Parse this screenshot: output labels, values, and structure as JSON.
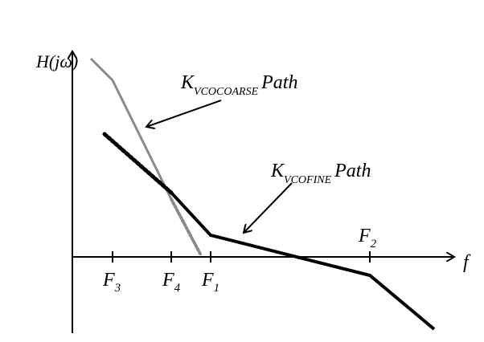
{
  "axes": {
    "y_label": "H(jω)",
    "x_label": "f"
  },
  "ticks": [
    {
      "main": "F",
      "sub": "3"
    },
    {
      "main": "F",
      "sub": "4"
    },
    {
      "main": "F",
      "sub": "1"
    },
    {
      "main": "F",
      "sub": "2"
    }
  ],
  "labels": {
    "coarse": {
      "main": "K",
      "sub": "VCOCOARSE",
      "suffix": "Path"
    },
    "fine": {
      "main": "K",
      "sub": "VCOFINE",
      "suffix": "Path"
    }
  },
  "colors": {
    "coarse": "#8a8a8a",
    "fine": "#000000"
  }
}
